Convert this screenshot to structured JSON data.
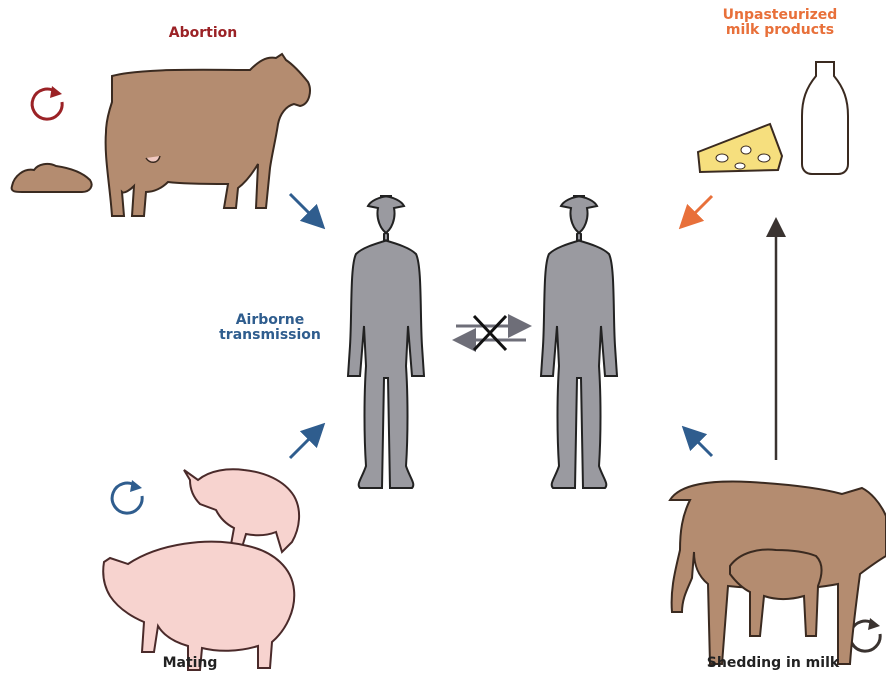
{
  "labels": {
    "abortion": "Abortion",
    "unpasteurized": "Unpasteurized\nmilk products",
    "airborne": "Airborne\ntransmission",
    "mating": "Mating",
    "shedding": "Shedding in milk"
  },
  "colors": {
    "abortion": "#9b2226",
    "unpasteurized": "#e8703a",
    "airborne": "#2f5d8e",
    "dark_text": "#222222",
    "cow": "#b48c70",
    "pig": "#f7d3cf",
    "human": "#9a9aa0",
    "cheese": "#f6df7e",
    "arrow_blue": "#2f5d8e",
    "arrow_orange": "#e8703a",
    "arrow_dark": "#3a3330",
    "human_arrows": "#6e6e78"
  },
  "icons": [
    "cycle-icon-red",
    "cycle-icon-blue",
    "cycle-icon-gray",
    "cow-icon",
    "calf-icon",
    "pig-icon",
    "human-icon",
    "cheese-icon",
    "milk-bottle-icon",
    "cross-icon"
  ]
}
